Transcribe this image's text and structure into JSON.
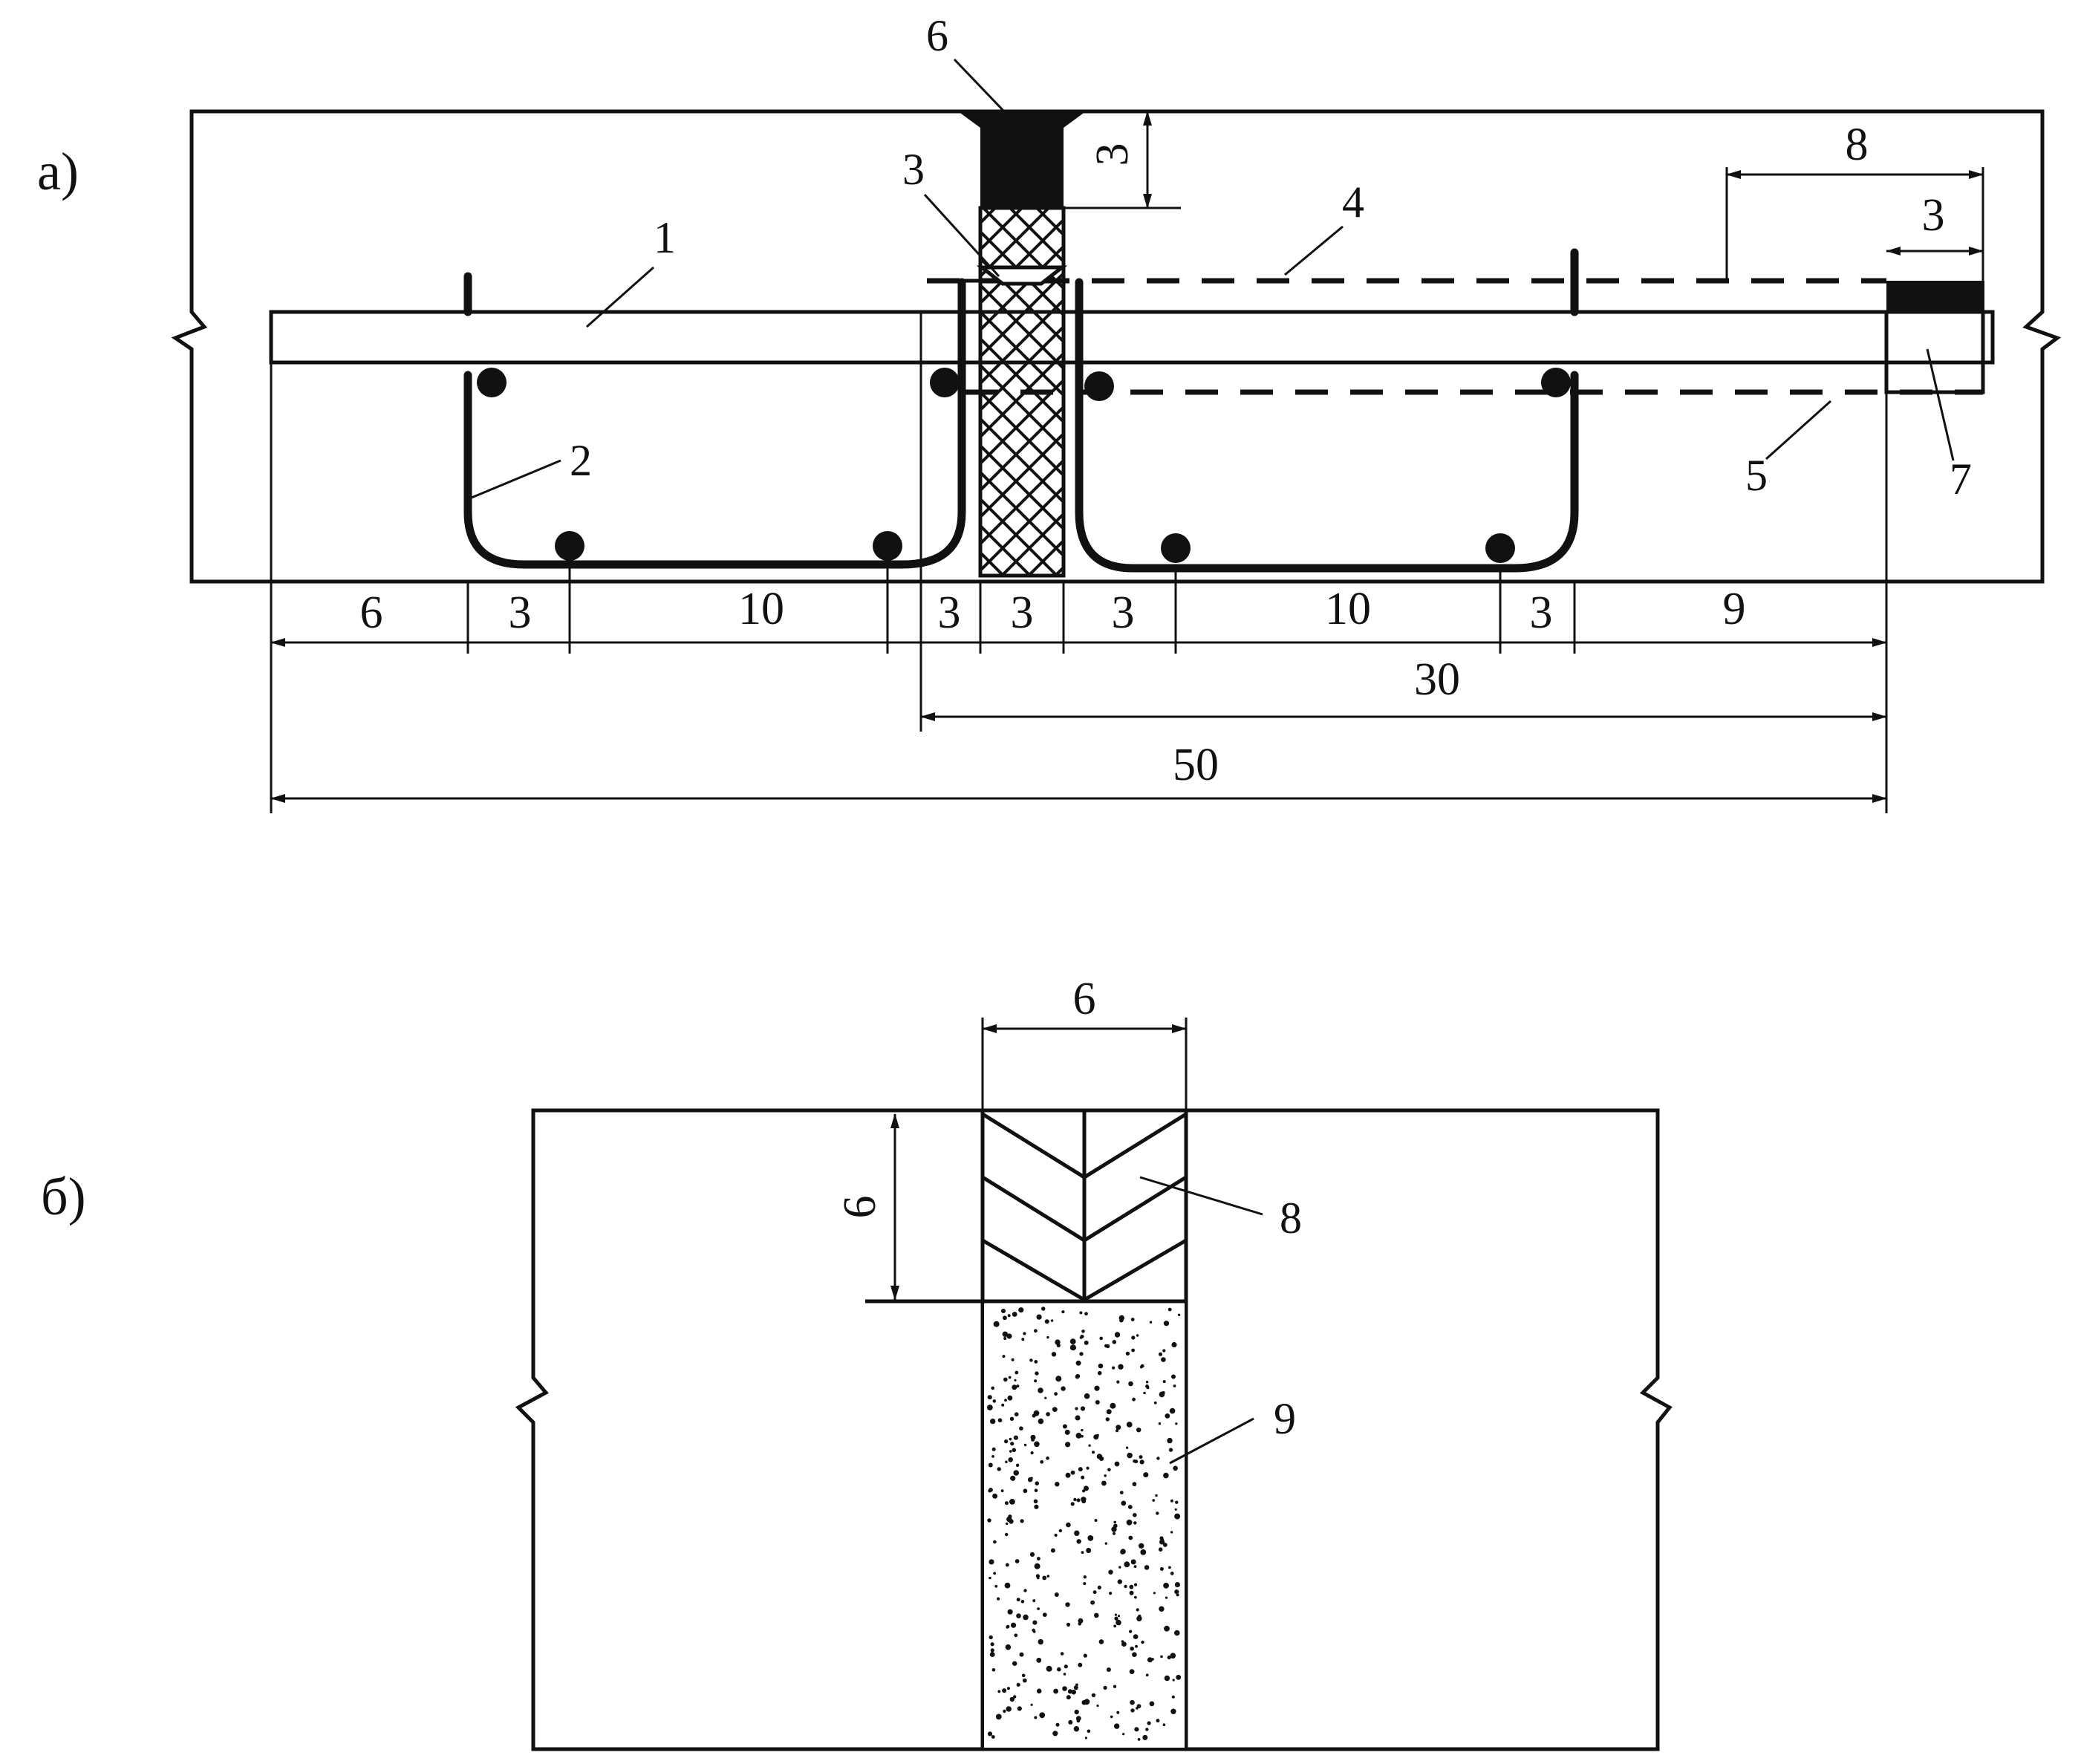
{
  "figures": {
    "a": {
      "label": "а)"
    },
    "b": {
      "label": "б)"
    }
  },
  "dimensions_a": {
    "bottom_chain": [
      "6",
      "3",
      "10",
      "3",
      "3",
      "3",
      "10",
      "3",
      "9"
    ],
    "overall_30": "30",
    "overall_50": "50",
    "sealant_depth": "3",
    "rod_8": "8",
    "rod_3": "3"
  },
  "callouts_a": {
    "c1": "1",
    "c2": "2",
    "c3": "3",
    "c4": "4",
    "c5": "5",
    "c6": "6",
    "c7": "7"
  },
  "dimensions_b": {
    "width": "6",
    "depth": "6"
  },
  "callouts_b": {
    "c8": "8",
    "c9": "9"
  },
  "colors": {
    "ink": "#111111",
    "paper": "#ffffff"
  }
}
